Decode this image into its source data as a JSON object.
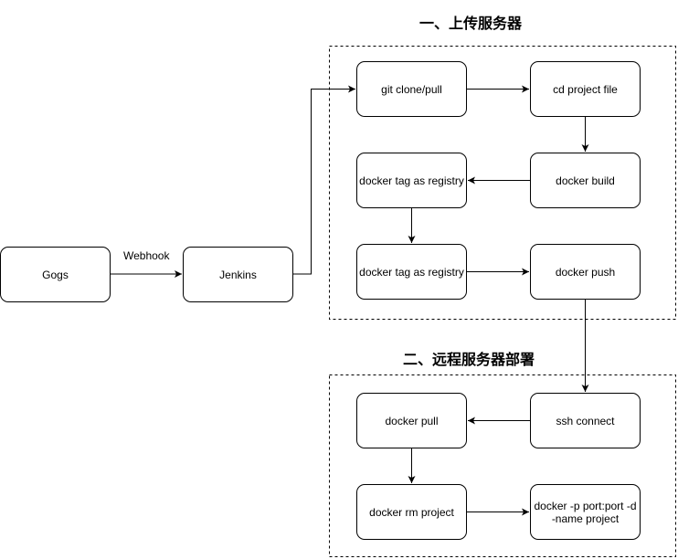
{
  "groups": {
    "upload": {
      "title": "一、上传服务器"
    },
    "deploy": {
      "title": "二、远程服务器部署"
    }
  },
  "nodes": {
    "gogs": "Gogs",
    "jenkins": "Jenkins",
    "git_clone": "git clone/pull",
    "cd_project": "cd project file",
    "docker_build": "docker build",
    "docker_tag_1": "docker tag as registry",
    "docker_tag_2": "docker tag as registry",
    "docker_push": "docker push",
    "ssh_connect": "ssh connect",
    "docker_pull": "docker pull",
    "docker_rm": "docker rm project",
    "docker_run": "docker -p port:port  -d -name project"
  },
  "edges": {
    "webhook_label": "Webhook"
  },
  "colors": {
    "stroke": "#000000",
    "background": "#ffffff"
  }
}
